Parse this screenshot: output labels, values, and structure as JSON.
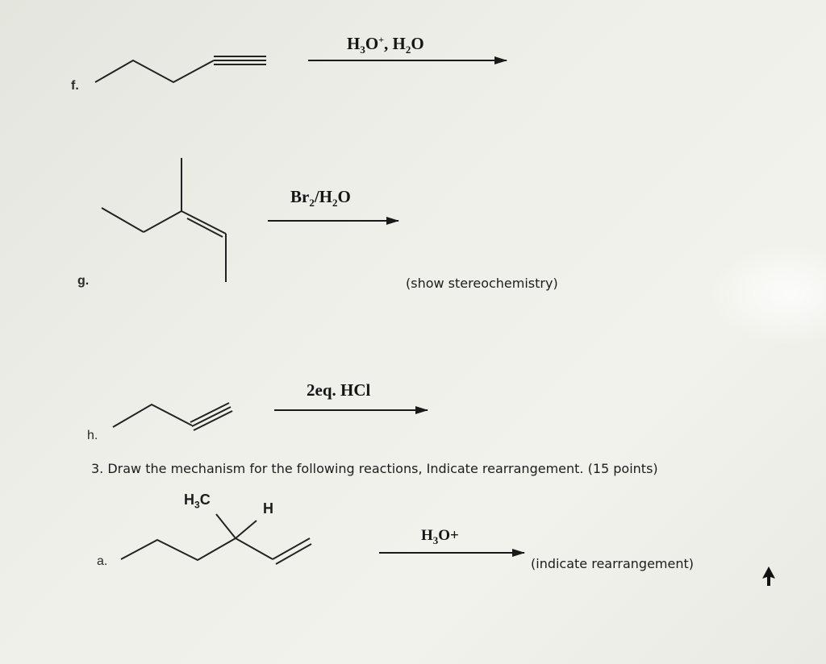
{
  "problems": {
    "f": {
      "label": "f.",
      "reagent_main": "H",
      "reagent_sub": "3",
      "reagent_mid": "O",
      "reagent_sup": "+",
      "reagent_tail": ", H",
      "reagent_sub2": "2",
      "reagent_end": "O"
    },
    "g": {
      "label": "g.",
      "reagent_a": "Br",
      "reagent_sub_a": "2",
      "reagent_b": "/H",
      "reagent_sub_b": "2",
      "reagent_c": "O",
      "note": "(show stereochemistry)"
    },
    "h": {
      "label": "h.",
      "reagent": "2eq. HCl"
    }
  },
  "question3": {
    "text": "3. Draw the mechanism for the following reactions, Indicate rearrangement. (15 points)",
    "a": {
      "label": "a.",
      "group_methyl": "H",
      "group_methyl_sub": "3",
      "group_methyl_end": "C",
      "group_h": "H",
      "reagent_a": "H",
      "reagent_sub": "3",
      "reagent_b": "O+",
      "note": "(indicate rearrangement)"
    }
  }
}
